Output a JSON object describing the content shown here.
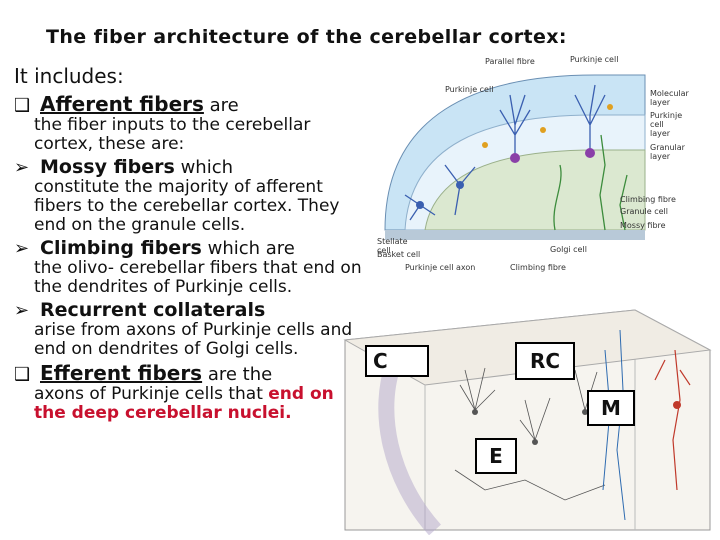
{
  "title": "The fiber architecture of the cerebellar cortex:",
  "intro": "It includes:",
  "afferent": {
    "heading": "Afferent fibers",
    "are": "are",
    "desc": "the fiber inputs to the cerebellar cortex, these are:"
  },
  "mossy": {
    "heading": "Mossy fibers",
    "tail": "which",
    "desc": "constitute the majority of afferent fibers to the cerebellar cortex. They end on the granule cells."
  },
  "climbing": {
    "heading": "Climbing fibers",
    "tail": "which are",
    "desc": "the olivo- cerebellar fibers that end on the dendrites of Purkinje cells."
  },
  "recurrent": {
    "heading": "Recurrent collaterals",
    "desc": "arise from axons of Purkinje cells and end on dendrites of Golgi cells."
  },
  "efferent": {
    "heading": "Efferent fibers",
    "tail": "are the",
    "desc": "axons of Purkinje cells that",
    "red": "end on the deep cerebellar nuclei."
  },
  "figure_top_labels": {
    "parallel_fibre": "Parallel fibre",
    "purkinje_cell": "Purkinje cell",
    "purkinje_cell2": "Purkinje cell",
    "molecular_layer": "Molecular layer",
    "purkinje_cell_layer": "Purkinje cell layer",
    "granular_layer": "Granular layer",
    "climbing_fibre": "Climbing fibre",
    "granule_cell": "Granule cell",
    "mossy_fibre": "Mossy fibre",
    "stellate_cell": "Stellate cell",
    "basket_cell": "Basket cell",
    "purkinje_cell_axon": "Purkinje cell axon",
    "climbing_fibre2": "Climbing fibre",
    "golgi_cell": "Golgi cell"
  },
  "boxes": {
    "c": "C",
    "rc": "RC",
    "m": "M",
    "e": "E"
  },
  "colors": {
    "red": "#c8102e",
    "cell_blue": "#3a5fb0",
    "cell_purple": "#8a3fa8",
    "fiber_green": "#3c8c3c",
    "layer_blue": "#c9e4f5"
  }
}
